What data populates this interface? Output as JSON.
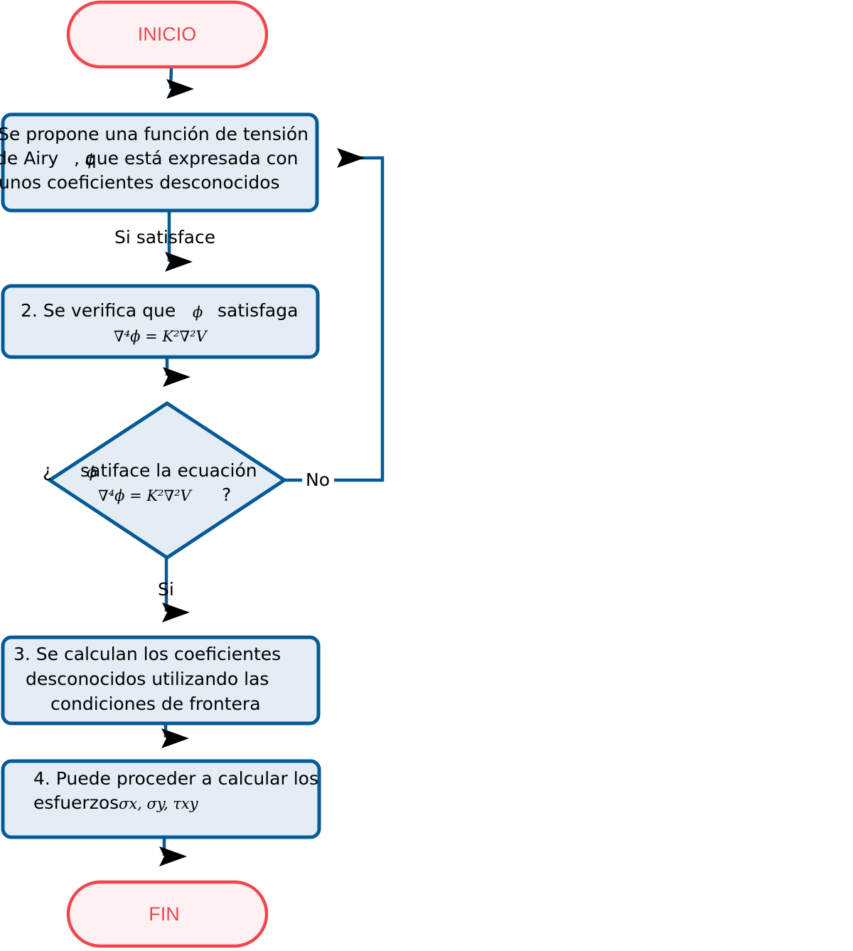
{
  "flowchart": {
    "colors": {
      "node_stroke": "#045a96",
      "node_fill": "#e4edf6",
      "terminal_stroke": "#f04650",
      "terminal_fill": "#fff1f1",
      "terminal_text": "#f04650",
      "arrowhead": "#000000"
    },
    "start": {
      "label": "INICIO"
    },
    "step1": {
      "lines": [
        "Se propone una función de tensión",
        "de Airy",
        "ϕ",
        ", que está expresada con",
        "unos coeficientes desconocidos"
      ]
    },
    "edge_1_2_label": "Si satisface",
    "step2": {
      "line1": "2. Se verifica que",
      "phi": "ϕ",
      "line1b": "satisfaga",
      "equation": "∇⁴ϕ = K²∇²V"
    },
    "decision": {
      "open_q": "¿",
      "phi": "ϕ",
      "line1": "satiface la ecuación",
      "equation": "∇⁴ϕ = K²∇²V",
      "close_q": "?",
      "no_label": "No",
      "yes_label": "Si"
    },
    "step3": {
      "lines": [
        "3. Se calculan los coeficientes",
        "desconocidos utilizando las",
        "condiciones de frontera"
      ]
    },
    "step4": {
      "line1": "4. Puede proceder a calcular los",
      "line2": "esfuerzos",
      "equation": "σx, σy, τxy"
    },
    "end": {
      "label": "FIN"
    }
  }
}
